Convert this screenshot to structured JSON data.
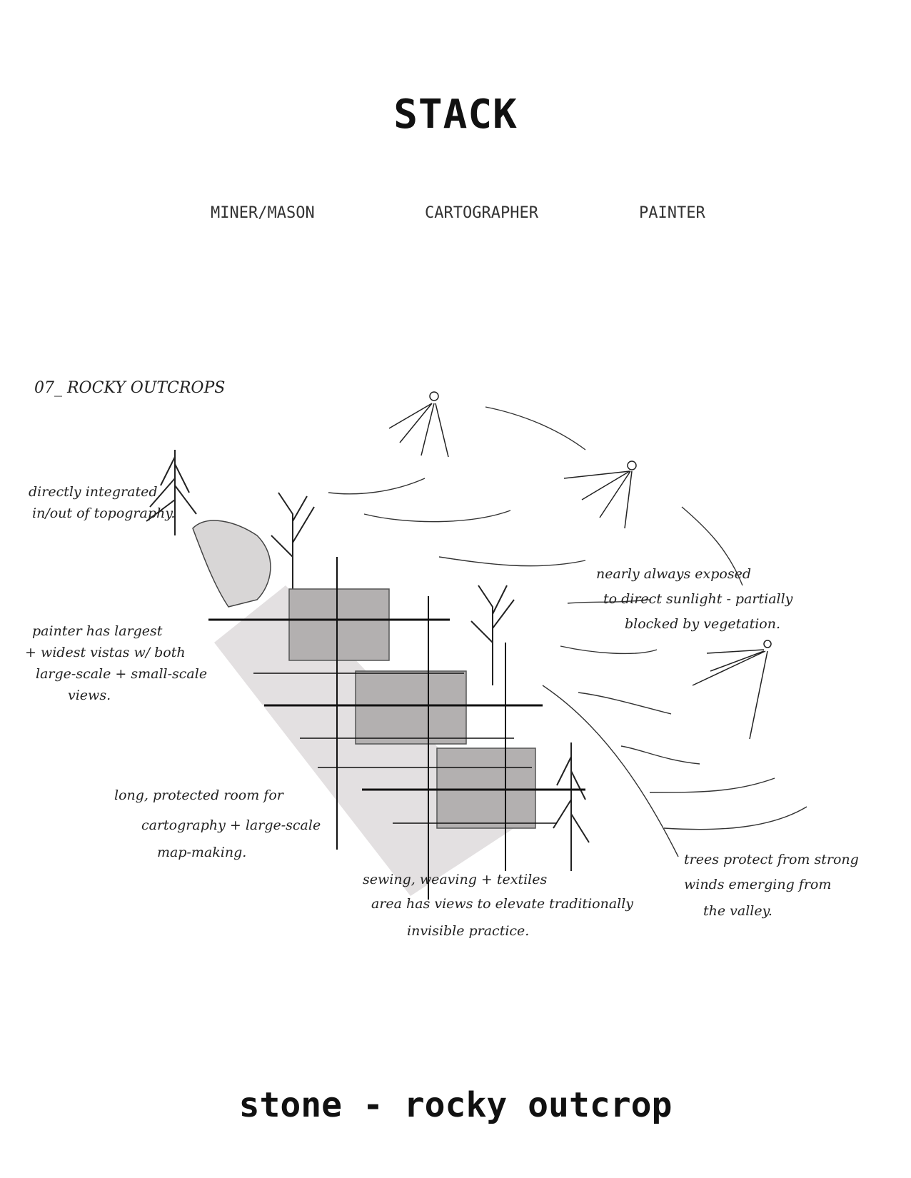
{
  "header": {
    "title": "STACK"
  },
  "nav": {
    "items": [
      "MINER/MASON",
      "CARTOGRAPHER",
      "PAINTER"
    ]
  },
  "sketch": {
    "label": "07_ ROCKY OUTCROPS",
    "notes": {
      "topography": [
        "directly integrated",
        "in/out of topography."
      ],
      "painter": [
        "painter has largest",
        "+ widest vistas w/ both",
        "large-scale + small-scale",
        "views."
      ],
      "cartography": [
        "long, protected room for",
        "cartography + large-scale",
        "map-making."
      ],
      "sewing": [
        "sewing, weaving + textiles",
        "area has views to elevate traditionally",
        "invisible practice."
      ],
      "sunlight": [
        "nearly always exposed",
        "to direct sunlight - partially",
        "blocked by vegetation."
      ],
      "trees": [
        "trees protect from strong",
        "winds emerging from",
        "the valley."
      ]
    },
    "colors": {
      "block": "#b3b0b0",
      "wedge": "#e3e0e1",
      "ink": "#222222"
    }
  },
  "footer": {
    "caption": "stone - rocky outcrop"
  }
}
